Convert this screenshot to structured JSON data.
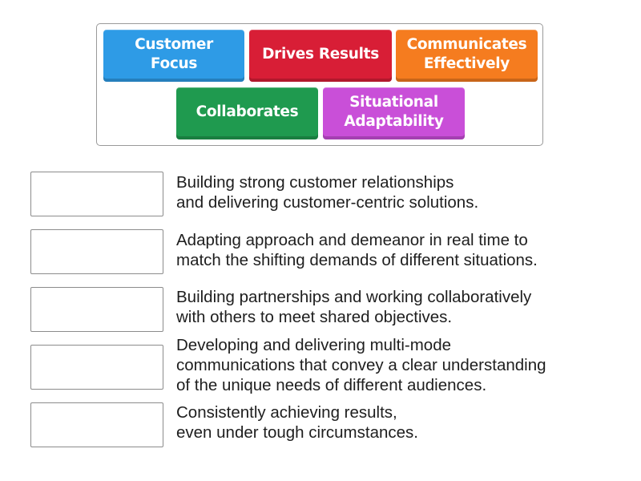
{
  "tile_bank": {
    "tiles": [
      {
        "label": "Customer\nFocus",
        "color": "#2e9be6",
        "name": "tile-customer-focus"
      },
      {
        "label": "Drives Results",
        "color": "#d81e36",
        "name": "tile-drives-results"
      },
      {
        "label": "Communicates\nEffectively",
        "color": "#f57c1f",
        "name": "tile-communicates-effectively"
      },
      {
        "label": "Collaborates",
        "color": "#1f9a4f",
        "name": "tile-collaborates"
      },
      {
        "label": "Situational\nAdaptability",
        "color": "#c94fd8",
        "name": "tile-situational-adaptability"
      }
    ]
  },
  "matches": [
    {
      "description": "Building strong customer relationships\nand delivering customer-centric solutions.",
      "answer": ""
    },
    {
      "description": "Adapting approach and demeanor in real time to\nmatch the shifting demands of different situations.",
      "answer": ""
    },
    {
      "description": "Building partnerships and working collaboratively\nwith others to meet shared objectives.",
      "answer": ""
    },
    {
      "description": "Developing and delivering multi-mode\ncommunications that convey a clear understanding\nof the unique needs of different audiences.",
      "answer": ""
    },
    {
      "description": "Consistently achieving results,\neven under tough circumstances.",
      "answer": ""
    }
  ]
}
